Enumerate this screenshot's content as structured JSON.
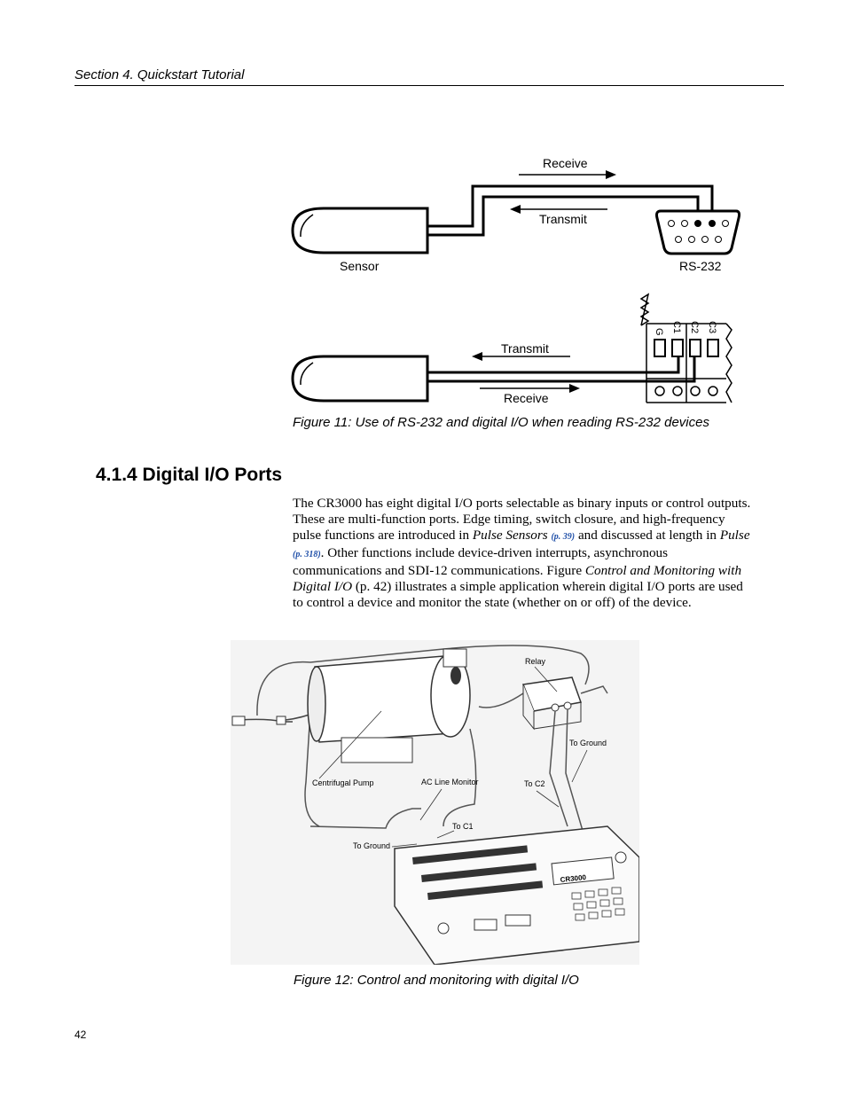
{
  "header": {
    "section": "Section 4.  Quickstart Tutorial"
  },
  "figure11": {
    "label_receive_top": "Receive",
    "label_transmit_top": "Transmit",
    "label_sensor": "Sensor",
    "label_rs232": "RS-232",
    "label_transmit_bottom": "Transmit",
    "label_receive_bottom": "Receive",
    "terminal_labels": [
      "G",
      "C1",
      "C2",
      "C3"
    ],
    "caption": "Figure 11: Use of RS-232 and digital I/O when reading RS-232 devices"
  },
  "section_heading": "4.1.4 Digital I/O Ports",
  "paragraph": {
    "part1": "The CR3000 has eight digital I/O ports selectable as binary inputs or control outputs.  These are multi-function ports.  Edge timing, switch closure, and high-frequency pulse functions are introduced in ",
    "link1_text": "Pulse Sensors",
    "link1_ref": "(p. 39)",
    "part2": " and discussed at length in ",
    "link2_text": "Pulse",
    "link2_ref": "(p. 318)",
    "part3": ".  Other functions include device-driven interrupts, asynchronous communications and SDI-12 communications.  Figure ",
    "fig_ref": "Control and Monitoring with Digital I/O",
    "part4": " (p. 42) illustrates a simple application wherein digital I/O ports are used to control a device and monitor the state (whether on or off) of the device."
  },
  "figure12": {
    "label_relay": "Relay",
    "label_to_ground_right": "To Ground",
    "label_centrifugal_pump": "Centrifugal Pump",
    "label_ac_line_monitor": "AC Line Monitor",
    "label_to_c2": "To C2",
    "label_to_c1": "To C1",
    "label_to_ground_left": "To Ground",
    "device_name": "CR3000",
    "caption": "Figure 12: Control and monitoring with digital I/O"
  },
  "page_number": "42"
}
